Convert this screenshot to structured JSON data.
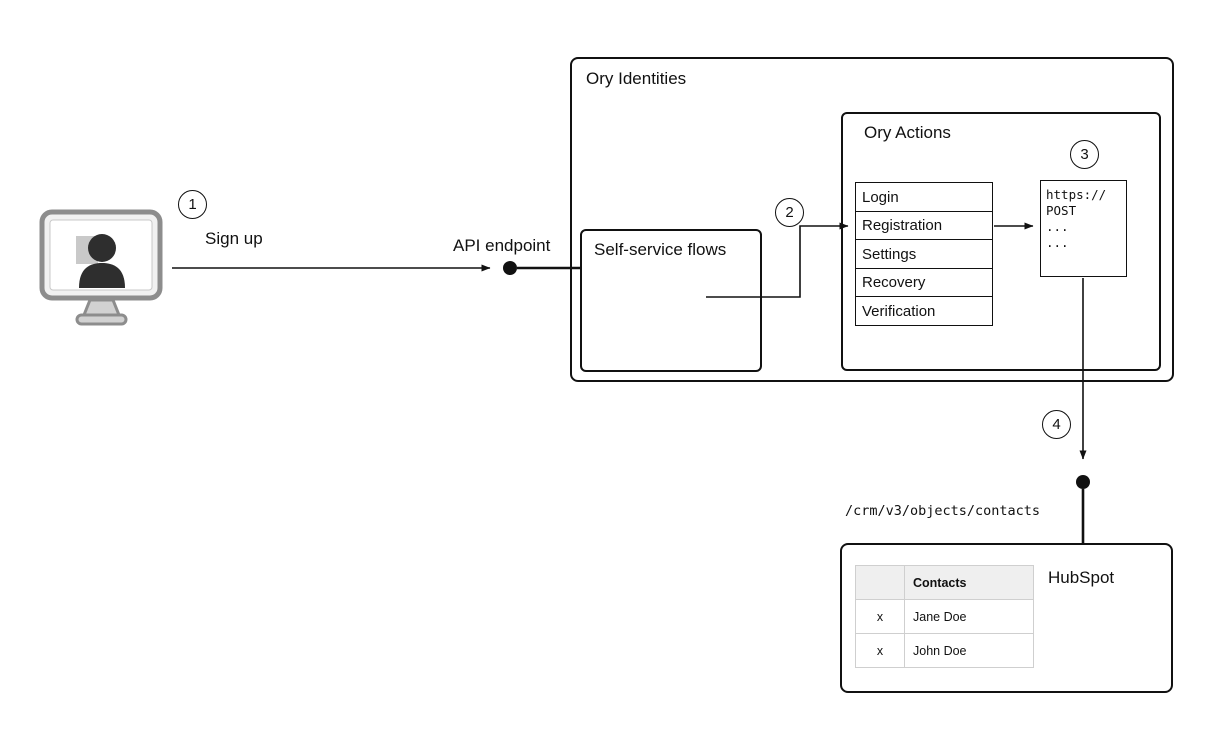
{
  "diagram": {
    "steps": {
      "s1": "1",
      "s2": "2",
      "s3": "3",
      "s4": "4"
    },
    "user_flow": {
      "signup_label": "Sign up",
      "api_endpoint_label": "API endpoint"
    },
    "ory_identities": {
      "title": "Ory Identities",
      "self_service_flows": {
        "title": "Self-service flows"
      },
      "ory_actions": {
        "title": "Ory Actions",
        "flows": [
          "Login",
          "Registration",
          "Settings",
          "Recovery",
          "Verification"
        ],
        "webhook": {
          "lines": [
            "https://",
            "POST",
            "...",
            "..."
          ]
        }
      }
    },
    "hubspot": {
      "endpoint_path": "/crm/v3/objects/contacts",
      "title": "HubSpot",
      "contacts_table": {
        "name_header": "Contacts",
        "rows": [
          {
            "check": "x",
            "name": "Jane Doe"
          },
          {
            "check": "x",
            "name": "John Doe"
          }
        ]
      }
    }
  }
}
